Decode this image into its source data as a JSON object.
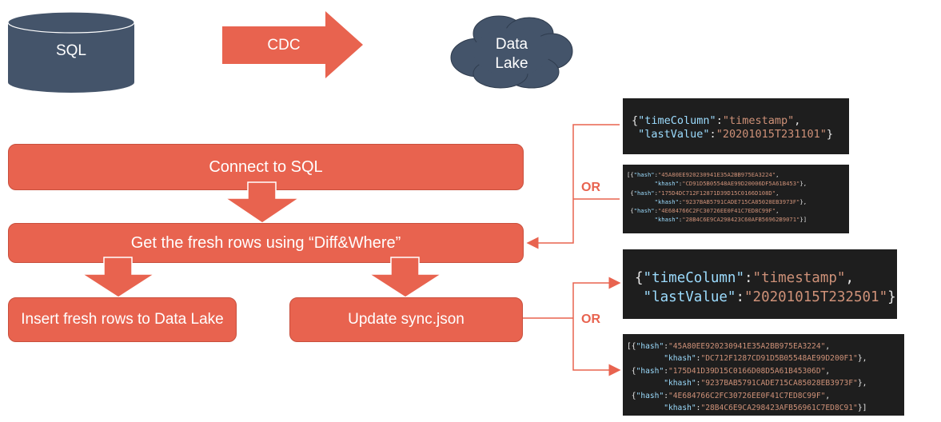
{
  "top_flow": {
    "source": "SQL",
    "arrow": "CDC",
    "target_line1": "Data",
    "target_line2": "Lake"
  },
  "steps": {
    "connect": "Connect to SQL",
    "get_rows": "Get the fresh rows using “Diff&Where”",
    "insert": "Insert fresh rows to Data Lake",
    "update": "Update sync.json"
  },
  "or_labels": [
    "OR",
    "OR"
  ],
  "colors": {
    "block": "#e8634f",
    "cylinder": "#44546a",
    "code_bg": "#1e1e1e",
    "connector": "#e8634f"
  },
  "code_blocks": {
    "time1": {
      "time_key": "\"timeColumn\"",
      "time_val": "\"timestamp\"",
      "last_key": "\"lastValue\"",
      "last_val": "\"20201015T231101\""
    },
    "hash1": {
      "rows": [
        {
          "hash": "\"45A80EE920230941E35A2BB975EA3224\"",
          "khash": "\"CD91D5B05548AE99D20006DF5A61B453\""
        },
        {
          "hash": "\"175D4DC712F12871D39D15C0166D108D\"",
          "khash": "\"9237BAB5791CADE715CA85028EB3973F\""
        },
        {
          "hash": "\"4E684766C2FC30726EE0F41C7ED8C99F\"",
          "khash": "\"28B4C6E9CA298423C60AFB56962B9071\""
        }
      ]
    },
    "time2": {
      "time_key": "\"timeColumn\"",
      "time_val": "\"timestamp\"",
      "last_key": "\"lastValue\"",
      "last_val": "\"20201015T232501\""
    },
    "hash2": {
      "rows": [
        {
          "hash": "\"45A80EE920230941E35A2BB975EA3224\"",
          "khash": "\"DC712F1287CD91D5B05548AE99D200F1\""
        },
        {
          "hash": "\"175D41D39D15C0166D08D5A61B45306D\"",
          "khash": "\"9237BAB5791CADE715CA85028EB3973F\""
        },
        {
          "hash": "\"4E684766C2FC30726EE0F41C7ED8C99F\"",
          "khash": "\"28B4C6E9CA298423AFB56961C7ED8C91\""
        }
      ]
    }
  }
}
